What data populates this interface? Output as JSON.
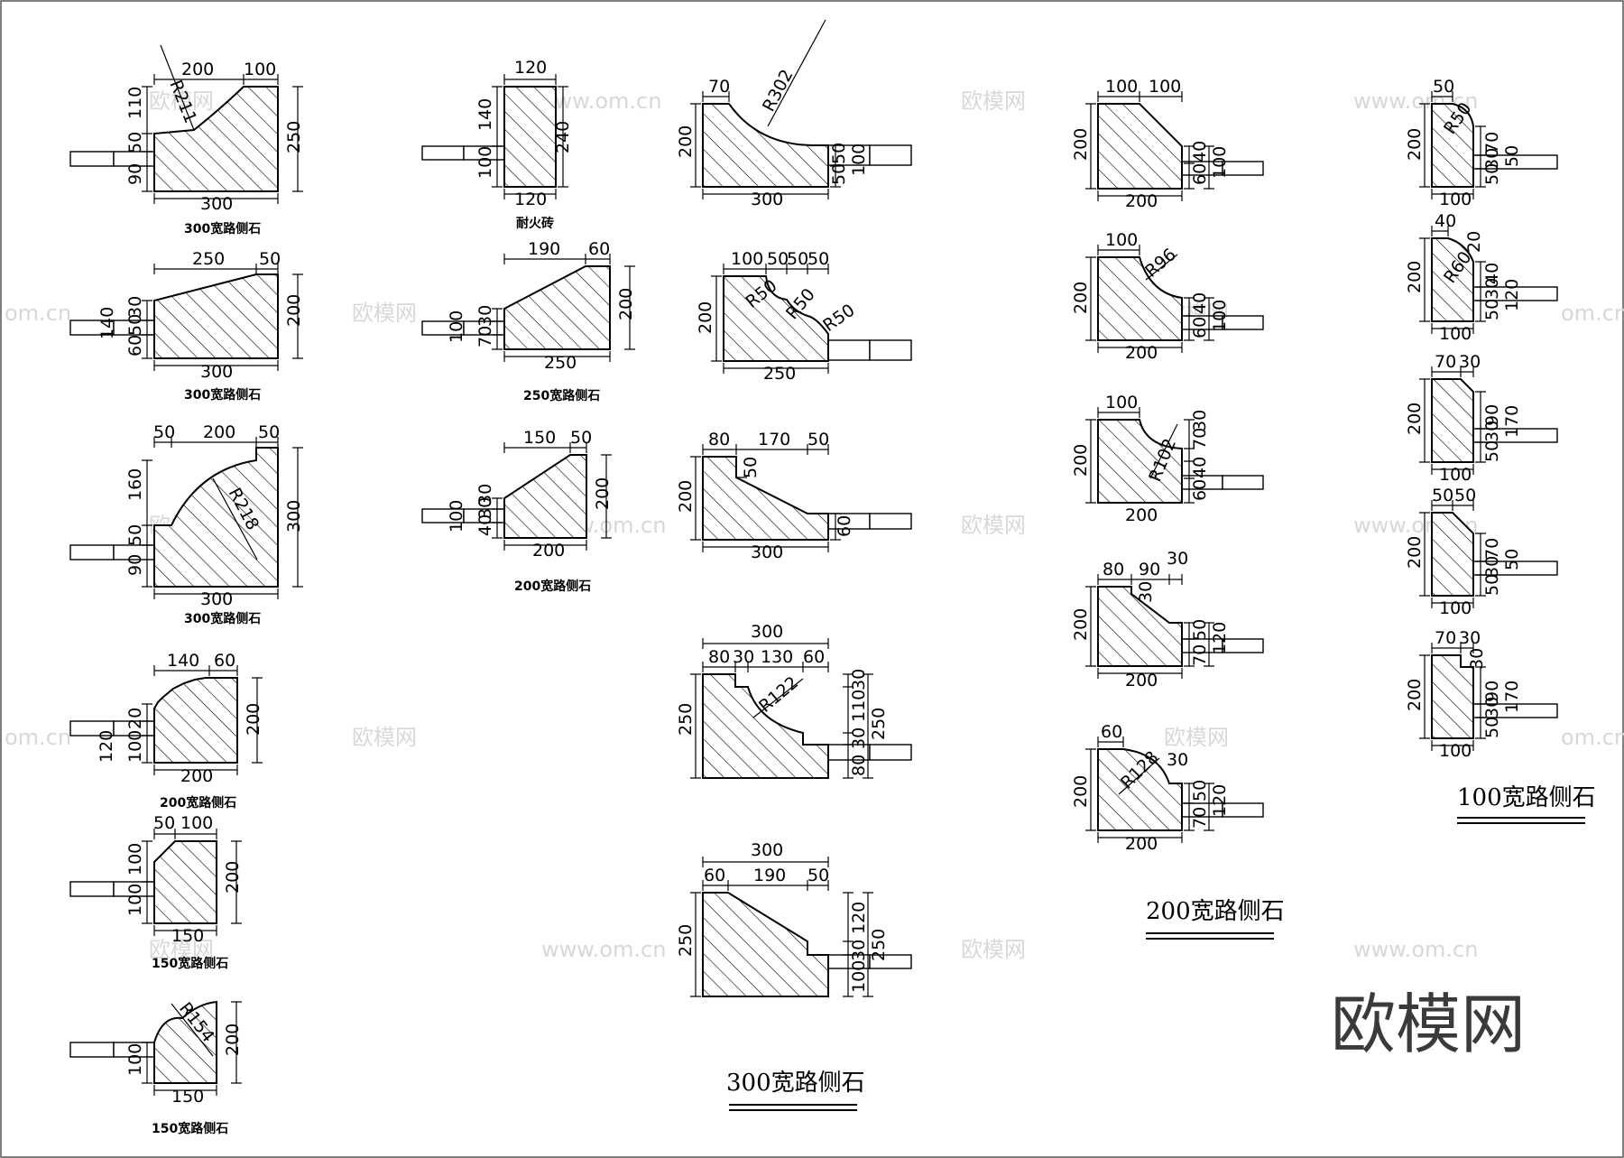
{
  "titles": {
    "w300": "300宽路侧石",
    "w200": "200宽路侧石",
    "w100": "100宽路侧石"
  },
  "captions": {
    "c1": "300宽路侧石",
    "c2": "300宽路侧石",
    "c3": "300宽路侧石",
    "c4": "200宽路侧石",
    "c5": "150宽路侧石",
    "c6": "150宽路侧石",
    "firebrick": "耐火砖",
    "c250": "250宽路侧石",
    "c200b": "200宽路侧石"
  },
  "watermark": {
    "brand": "欧模网",
    "url": "www.om.cn",
    "url_short": "om.cn"
  },
  "dims": {
    "a1": {
      "t1": "200",
      "t2": "100",
      "l1": "110",
      "l2": "50",
      "l3": "90",
      "r": "250",
      "b": "300",
      "rad": "R211"
    },
    "a2": {
      "t1": "250",
      "t2": "50",
      "l1": "140",
      "l2": "60",
      "l3": "50",
      "l4": "30",
      "r": "200",
      "b": "300"
    },
    "a3": {
      "t1": "50",
      "t2": "200",
      "t3": "50",
      "l1": "160",
      "l2": "50",
      "l3": "90",
      "r": "300",
      "b": "300",
      "rad": "R218"
    },
    "a4": {
      "t1": "140",
      "t2": "60",
      "l1": "120",
      "l2": "100",
      "l3": "20",
      "r": "200",
      "b": "200"
    },
    "a5": {
      "t1": "50",
      "t2": "100",
      "l1": "100",
      "l2": "100",
      "r": "200",
      "b": "150"
    },
    "a6": {
      "l1": "100",
      "r": "200",
      "b": "150",
      "rad": "R154"
    },
    "b1": {
      "t": "120",
      "l1": "140",
      "l2": "100",
      "r": "240",
      "b": "120"
    },
    "b2": {
      "t1": "190",
      "t2": "60",
      "l1": "100",
      "l2": "70",
      "l3": "30",
      "r": "200",
      "b": "250"
    },
    "b3": {
      "t1": "150",
      "t2": "50",
      "l1": "100",
      "l2": "40",
      "l3": "30",
      "l4": "30",
      "r": "200",
      "b": "200"
    },
    "c1": {
      "t": "70",
      "l": "200",
      "r1": "50",
      "r2": "50",
      "r3": "100",
      "b": "300",
      "rad": "R302"
    },
    "c2": {
      "t1": "100",
      "t2": "50",
      "t3": "50",
      "t4": "50",
      "l": "200",
      "b": "250",
      "rad1": "R50",
      "rad2": "R50",
      "rad3": "R50"
    },
    "c3": {
      "t1": "80",
      "t2": "170",
      "t3": "50",
      "l": "200",
      "in": "50",
      "r": "60",
      "b": "300"
    },
    "c4": {
      "top": "300",
      "t1": "80",
      "t2": "30",
      "t3": "130",
      "t4": "60",
      "l": "250",
      "r1": "30",
      "r2": "110",
      "r3": "30",
      "r4": "80",
      "r5": "250",
      "rad": "R122"
    },
    "c5": {
      "top": "300",
      "t1": "60",
      "t2": "190",
      "t3": "50",
      "l": "250",
      "r1": "120",
      "r2": "30",
      "r3": "100",
      "r4": "250"
    },
    "d1": {
      "t1": "100",
      "t2": "100",
      "l": "200",
      "r1": "60",
      "r2": "40",
      "r3": "100",
      "b": "200"
    },
    "d2": {
      "t": "100",
      "l": "200",
      "r1": "60",
      "r2": "40",
      "r3": "100",
      "b": "200",
      "rad": "R96"
    },
    "d3": {
      "t": "100",
      "l": "200",
      "r1": "70",
      "r2": "30",
      "r3": "60",
      "r4": "40",
      "b": "200",
      "rad": "R102"
    },
    "d4": {
      "t1": "80",
      "t2": "90",
      "t3": "30",
      "l": "200",
      "in": "30",
      "r1": "50",
      "r2": "70",
      "r3": "120",
      "b": "200"
    },
    "d5": {
      "t": "60",
      "t2": "30",
      "l": "200",
      "r1": "50",
      "r2": "70",
      "r3": "120",
      "b": "200",
      "rad": "R128"
    },
    "e1": {
      "t": "50",
      "l": "200",
      "r1": "70",
      "r2": "50",
      "r3": "30",
      "r4": "50",
      "b": "100",
      "rad": "R50"
    },
    "e2": {
      "t": "40",
      "t2": "20",
      "l": "200",
      "r1": "50",
      "r2": "30",
      "r3": "40",
      "r4": "120",
      "b": "100",
      "rad": "R60"
    },
    "e3": {
      "t1": "70",
      "t2": "30",
      "l": "200",
      "r1": "50",
      "r2": "30",
      "r3": "90",
      "r4": "170",
      "b": "100"
    },
    "e4": {
      "t1": "50",
      "t2": "50",
      "l": "200",
      "r1": "50",
      "r2": "30",
      "r3": "70",
      "r4": "50",
      "b": "100"
    },
    "e5": {
      "t1": "70",
      "t2": "30",
      "t3": "30",
      "l": "200",
      "r1": "50",
      "r2": "30",
      "r3": "90",
      "r4": "170",
      "b": "100"
    }
  }
}
